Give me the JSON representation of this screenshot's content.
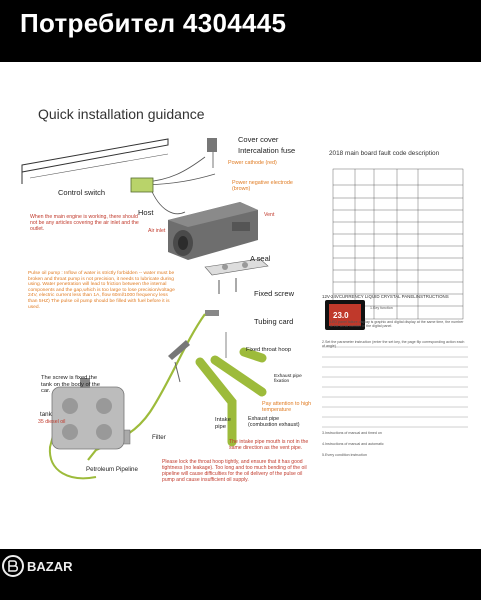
{
  "header": {
    "title": "Потребител 4304445"
  },
  "left_diagram": {
    "heading": "Quick installation guidance",
    "labels": {
      "cover_cover": "Cover cover",
      "intercalation_fuse": "Intercalation fuse",
      "power_cathode": "Power cathode (red)",
      "power_negative": "Power negative electrode (brown)",
      "control_switch": "Control switch",
      "host": "Host",
      "vent": "Vent",
      "air_inlet": "Air inlet",
      "engine_note": "When the main engine is working, there should not be any articles covering the air inlet and the outlet.",
      "a_seal": "A seal",
      "fixed_screw": "Fixed screw",
      "tubing_card": "Tubing card",
      "fixed_throat_hoop": "Fixed throat hoop",
      "pump_note": "Pulse oil pump : Inflow of water is strictly forbidden -- water must be broken and throat pump is not precision, it needs to lubricate during using. Water penetration will lead to friction between the internal components and the gap,which is too large to lose precision/voltage 24V, electric current less than 1A, flow 60ml/1000 frequency less than 5HZ) The pulse oil pump should be filled with fuel before it is used.",
      "screw_fixed": "The screw is fixed the tank on the body of the car.",
      "tank": "tank",
      "diesel": "35 diesel oil",
      "filter": "Filter",
      "petroleum_pipeline": "Petroleum Pipeline",
      "exhaust_pipe_fixation": "Exhaust pipe fixation",
      "pay_attention": "Pay attention to high temperature",
      "intake_pipe": "Intake pipe",
      "exhaust_pipe": "Exhaust pipe (combustion exhaust)",
      "intake_note": "The intake pipe mouth is not in the same direction as the vent pipe.",
      "throat_note": "Please lock the throat hoop tightly, and ensure that it has good tightness (no leakage). Too long and too much bending of the oil pipeline will cause difficulties for the oil delivery of the pulse oil pump and cause insufficient oil supply."
    }
  },
  "right_top": {
    "title": "2018 main board fault code description",
    "footer_note": "LED panel failure display is graphic and digital display at the same time, the number is the serial number in the digital panel."
  },
  "right_bottom": {
    "title": "12V-24VCURRENCY LIQUID CRYSTAL PANELINSTRUCTIONS",
    "key_function": "1.Key function",
    "panel_screen": "23.0",
    "section2": "2.Set the parameter instruction (enter the set key, the page flip corresponding action each of angle)",
    "section3": "3.Instructions of manual and timed on",
    "section4": "4.Instructions of manual and automatic",
    "section5": "5.Every condition instruction"
  },
  "colors": {
    "pipe_green": "#9dbb3b",
    "heater_body": "#6e6e6e",
    "label_red": "#c0392b",
    "label_orange": "#e07b22",
    "panel_red": "#c0392b"
  },
  "watermark": {
    "logo_text": "BAZAR",
    "icon": "bazar-logo-icon"
  }
}
